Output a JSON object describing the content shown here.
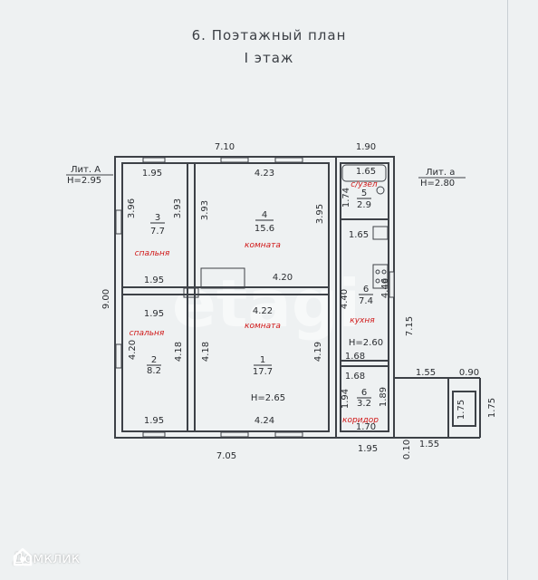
{
  "title": "6. Поэтажный план",
  "subtitle": "I этаж",
  "brand": {
    "name": "Домклик",
    "icon": "house-logo-icon"
  },
  "watermark": "etagi",
  "litA": {
    "label": "Лит. А",
    "height": "Н=2.95"
  },
  "lita": {
    "label": "Лит. а",
    "height": "Н=2.80"
  },
  "dims": {
    "top_main": "7.10",
    "top_annex": "1.90",
    "bottom_main": "7.05",
    "bottom_annex": "1.95",
    "left_total": "9.00",
    "right_annex": "7.15",
    "porch_w1": "1.55",
    "porch_w2": "0.90",
    "porch_h": "1.75",
    "porch_side": "1.75",
    "porch_b1": "0.10",
    "porch_b2": "1.55",
    "r3_top": "1.95",
    "r3_left": "3.96",
    "r3_right": "3.93",
    "r3_bottom": "1.95",
    "r4_inner": "3.93",
    "r4_top": "4.23",
    "r4_right": "3.95",
    "r4_bottom": "4.20",
    "r5_top": "1.65",
    "r5_left": "1.74",
    "r5_bottom": "1.65",
    "k_left": "4.40",
    "k_right": "4.46",
    "k_height": "Н=2.60",
    "k_bottom": "1.68",
    "r2_top": "1.95",
    "r2_left": "4.20",
    "r2_right": "4.18",
    "r2_bottom": "1.95",
    "r1_left": "4.18",
    "r1_top": "4.22",
    "r1_right": "4.19",
    "r1_bottom": "4.24",
    "r1_height": "Н=2.65",
    "c_top": "1.68",
    "c_left": "1.94",
    "c_right": "1.89",
    "c_bottom": "1.70"
  },
  "rooms": {
    "r3": {
      "num": "3",
      "area": "7.7",
      "label": "спальня"
    },
    "r4": {
      "num": "4",
      "area": "15.6",
      "label": "комната"
    },
    "r5": {
      "num": "5",
      "area": "2.9",
      "label": "с/узел"
    },
    "r6k": {
      "num": "6",
      "area": "7.4",
      "label": "кухня"
    },
    "r2": {
      "num": "2",
      "area": "8.2",
      "label": "спальня"
    },
    "r1": {
      "num": "1",
      "area": "17.7",
      "label": "комната"
    },
    "r6c": {
      "num": "6",
      "area": "3.2",
      "label": "коридор"
    }
  },
  "colors": {
    "wall": "#3d4147",
    "label_red": "#d01818",
    "paper": "#eef1f2"
  }
}
